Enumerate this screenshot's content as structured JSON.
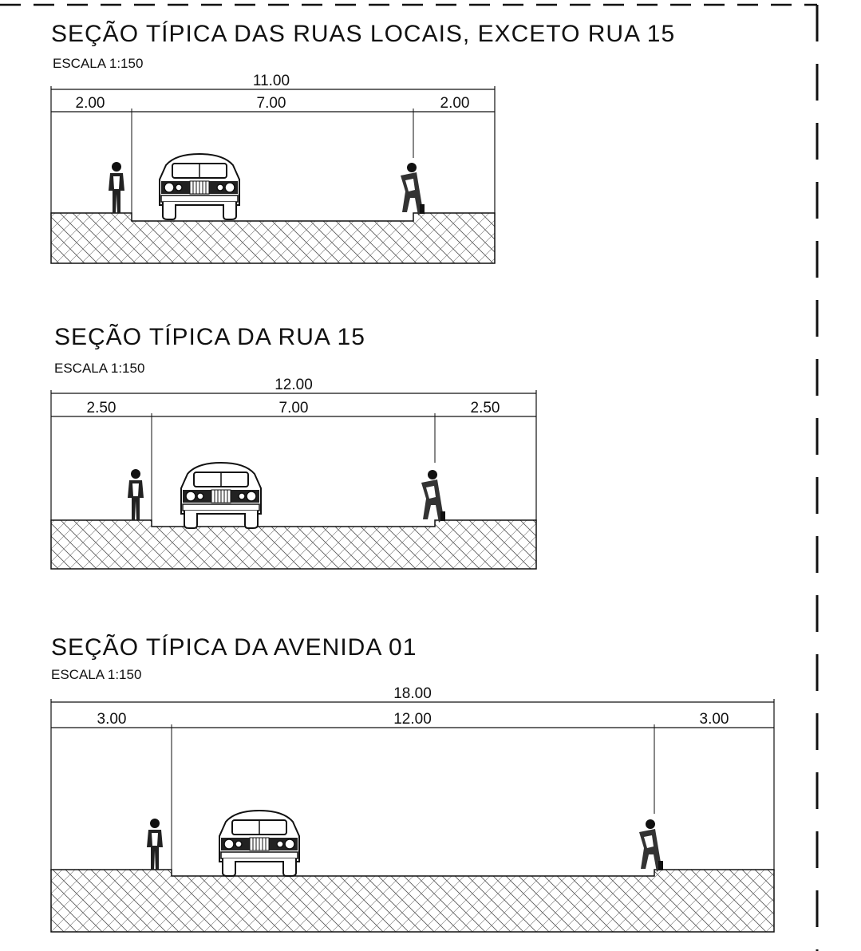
{
  "sections": [
    {
      "title": "SEÇÃO TÍPICA DAS RUAS LOCAIS, EXCETO RUA 15",
      "scale": "ESCALA 1:150",
      "total_width": "11.00",
      "left_sidewalk": "2.00",
      "roadway": "7.00",
      "right_sidewalk": "2.00"
    },
    {
      "title": "SEÇÃO TÍPICA DA RUA 15",
      "scale": "ESCALA 1:150",
      "total_width": "12.00",
      "left_sidewalk": "2.50",
      "roadway": "7.00",
      "right_sidewalk": "2.50"
    },
    {
      "title": "SEÇÃO TÍPICA DA AVENIDA 01",
      "scale": "ESCALA 1:150",
      "total_width": "18.00",
      "left_sidewalk": "3.00",
      "roadway": "12.00",
      "right_sidewalk": "3.00"
    }
  ]
}
